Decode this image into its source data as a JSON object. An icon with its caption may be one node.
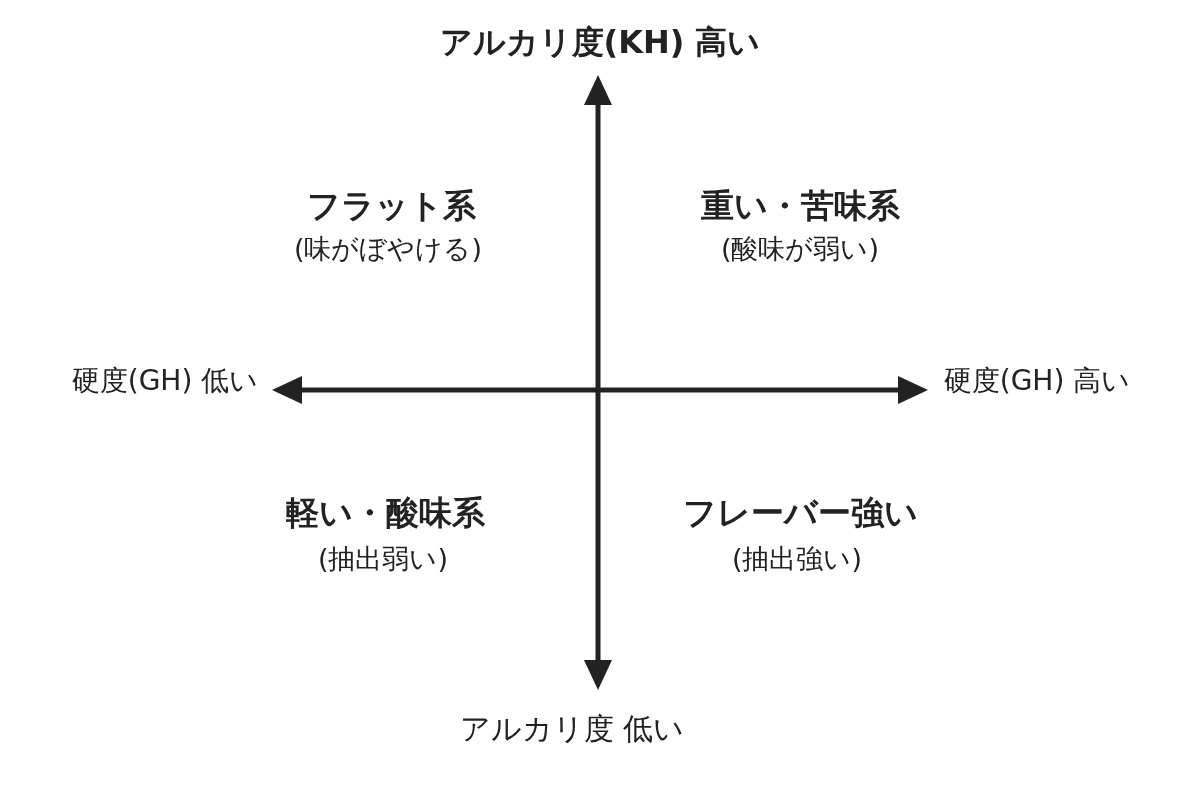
{
  "diagram": {
    "labels": [
      "アルカリ度(KH) 高い",
      "フラット系",
      "(味がぼやける)",
      "重い・苦味系",
      "(酸味が弱い)",
      "硬度(GH) 低い",
      "硬度(GH) 高い",
      "軽い・酸味系",
      "(抽出弱い)",
      "フレーバー強い",
      "(抽出強い)",
      "アルカリ度 低い"
    ]
  }
}
